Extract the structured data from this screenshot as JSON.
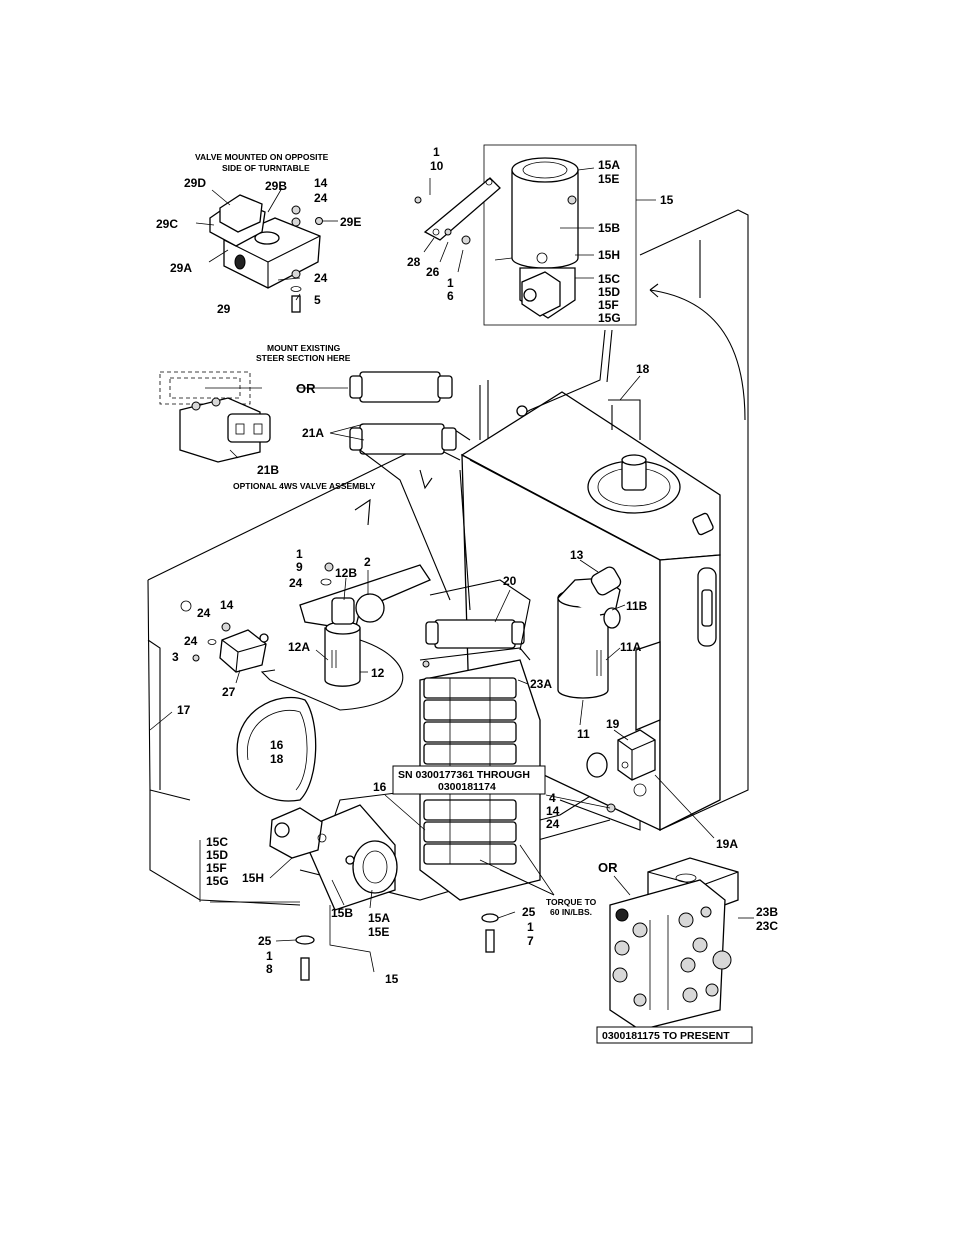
{
  "captions": {
    "valve_note_line1": "VALVE MOUNTED ON OPPOSITE",
    "valve_note_line2": "SIDE OF TURNTABLE",
    "steer_note_line1": "MOUNT EXISTING",
    "steer_note_line2": "STEER SECTION HERE",
    "optional_4ws": "OPTIONAL 4WS VALVE ASSEMBLY",
    "torque_line1": "TORQUE TO",
    "torque_line2": "60 IN/LBS.",
    "sn_range_line1": "SN 0300177361 THROUGH",
    "sn_range_line2": "0300181174",
    "present_range": "0300181175 TO PRESENT",
    "or_top": "OR",
    "or_bottom": "OR"
  },
  "callouts": {
    "c29d": "29D",
    "c29b": "29B",
    "c14a": "14",
    "c24a": "24",
    "c29c": "29C",
    "c29e": "29E",
    "c29a": "29A",
    "c24b": "24",
    "c5": "5",
    "c29": "29",
    "c1a": "1",
    "c10": "10",
    "c15a": "15A",
    "c15e": "15E",
    "c15": "15",
    "c15b": "15B",
    "c15h": "15H",
    "c28": "28",
    "c26": "26",
    "c1b": "1",
    "c6": "6",
    "c15c": "15C",
    "c15d": "15D",
    "c15f": "15F",
    "c15g": "15G",
    "c18a": "18",
    "c21a": "21A",
    "c21b": "21B",
    "c1c": "1",
    "c9": "9",
    "c24c": "24",
    "c12b": "12B",
    "c2": "2",
    "c20": "20",
    "c13": "13",
    "c11b": "11B",
    "c24d": "24",
    "c14b": "14",
    "c24e": "24",
    "c3": "3",
    "c12a": "12A",
    "c12": "12",
    "c27": "27",
    "c23a": "23A",
    "c11a": "11A",
    "c17": "17",
    "c16a": "16",
    "c18b": "18",
    "c19": "19",
    "c11": "11",
    "c16b": "16",
    "c4": "4",
    "c14c": "14",
    "c24f": "24",
    "c19a": "19A",
    "c15c2": "15C",
    "c15d2": "15D",
    "c15f2": "15F",
    "c15g2": "15G",
    "c15h2": "15H",
    "c15b2": "15B",
    "c15a2": "15A",
    "c15e2": "15E",
    "c25a": "25",
    "c1d": "1",
    "c7": "7",
    "c25b": "25",
    "c1e": "1",
    "c8": "8",
    "c15b3": "15",
    "c23b": "23B",
    "c23c": "23C"
  }
}
